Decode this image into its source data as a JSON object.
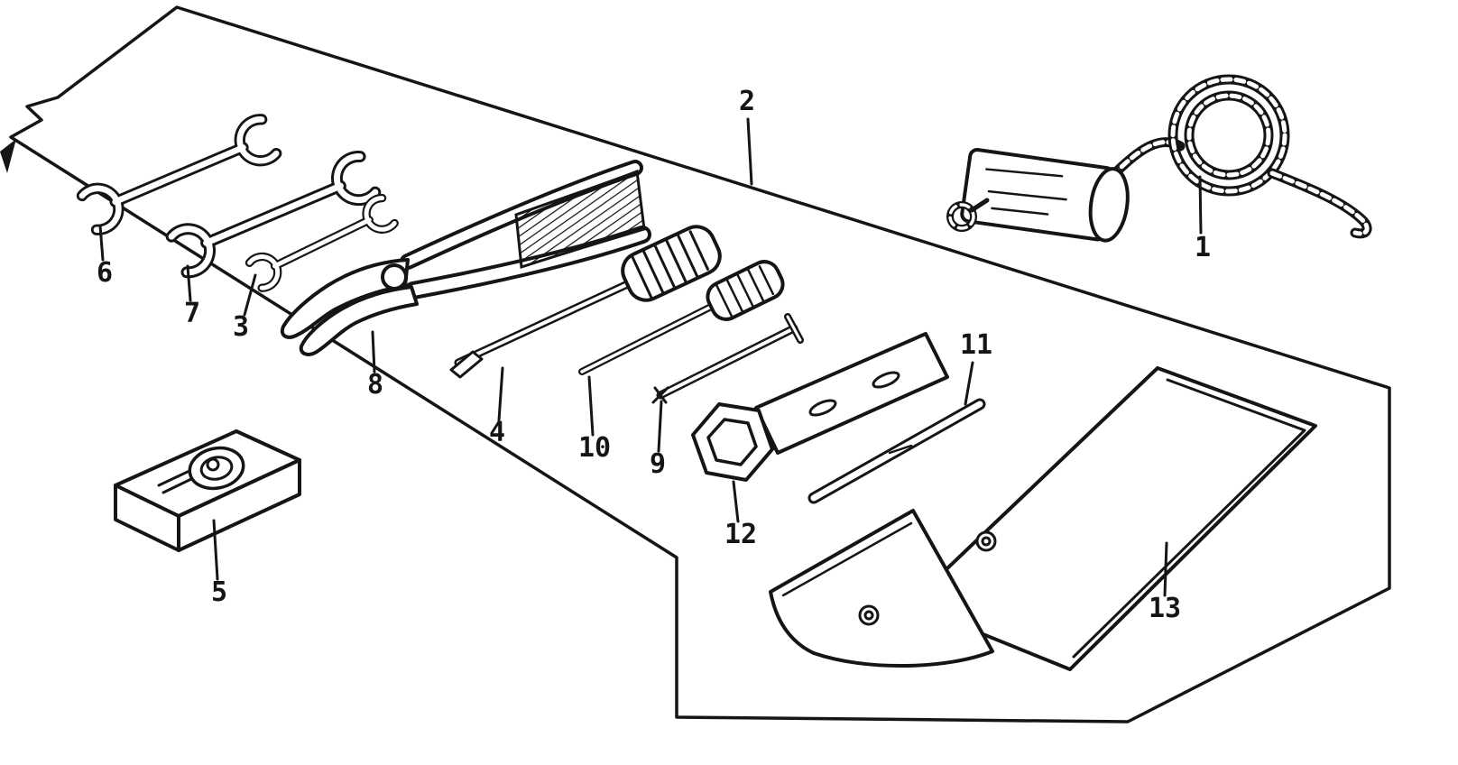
{
  "diagram": {
    "paper_color": "#ffffff",
    "ink_color": "#151515",
    "callouts": [
      {
        "label": "1"
      },
      {
        "label": "2"
      },
      {
        "label": "3"
      },
      {
        "label": "4"
      },
      {
        "label": "5"
      },
      {
        "label": "6"
      },
      {
        "label": "7"
      },
      {
        "label": "8"
      },
      {
        "label": "9"
      },
      {
        "label": "10"
      },
      {
        "label": "11"
      },
      {
        "label": "12"
      },
      {
        "label": "13"
      }
    ]
  }
}
